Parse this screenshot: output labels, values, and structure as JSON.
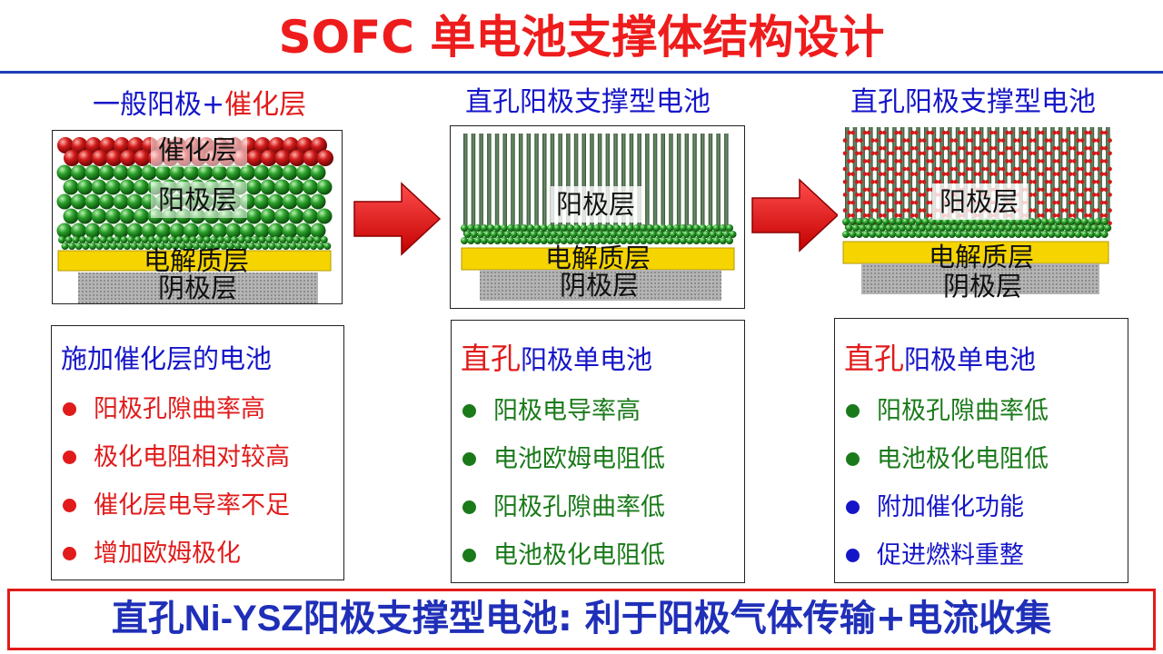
{
  "title": "SOFC 单电池支撑体结构设计",
  "columns": [
    {
      "header_a": "一般阳极+",
      "header_b": "催化层",
      "layers": {
        "catalyst": "催化层",
        "anode": "阳极层",
        "electrolyte": "电解质层",
        "cathode": "阴极层"
      },
      "box_title_a": "施加催化层的电池",
      "box_title_b": "",
      "bullets": [
        {
          "text": "阳极孔隙曲率高",
          "color": "#e11b1b"
        },
        {
          "text": "极化电阻相对较高",
          "color": "#e11b1b"
        },
        {
          "text": "催化层电导率不足",
          "color": "#e11b1b"
        },
        {
          "text": "增加欧姆极化",
          "color": "#e11b1b"
        }
      ]
    },
    {
      "header_a": "直孔阳极支撑型电池",
      "header_b": "",
      "layers": {
        "anode": "阳极层",
        "electrolyte": "电解质层",
        "cathode": "阴极层"
      },
      "box_title_a": "直孔",
      "box_title_b": "阳极单电池",
      "bullets": [
        {
          "text": "阳极电导率高",
          "color": "#1a7a1a"
        },
        {
          "text": "电池欧姆电阻低",
          "color": "#1a7a1a"
        },
        {
          "text": "阳极孔隙曲率低",
          "color": "#1a7a1a"
        },
        {
          "text": "电池极化电阻低",
          "color": "#1a7a1a"
        }
      ]
    },
    {
      "header_a": "直孔阳极支撑型电池",
      "header_b": "",
      "layers": {
        "anode": "阳极层",
        "electrolyte": "电解质层",
        "cathode": "阴极层"
      },
      "box_title_a": "直孔",
      "box_title_b": "阳极单电池",
      "bullets": [
        {
          "text": "阳极孔隙曲率低",
          "color": "#1a7a1a"
        },
        {
          "text": "电池极化电阻低",
          "color": "#1a7a1a"
        },
        {
          "text": "附加催化功能",
          "color": "#1515c8"
        },
        {
          "text": "促进燃料重整",
          "color": "#1515c8"
        }
      ]
    }
  ],
  "footer": {
    "prefix": "直孔",
    "material": "Ni-YSZ",
    "suffix": "阳极支撑型电池: 利于阳极气体传输+电流收集"
  },
  "colors": {
    "title_red": "#ee1c1c",
    "blue": "#1515c8",
    "green_text": "#1a7a1a",
    "electrolyte_yellow": "#f5d400",
    "anode_green": "#1f8f1f",
    "catalyst_red": "#d11a1a",
    "arrow_red": "#e81010"
  }
}
